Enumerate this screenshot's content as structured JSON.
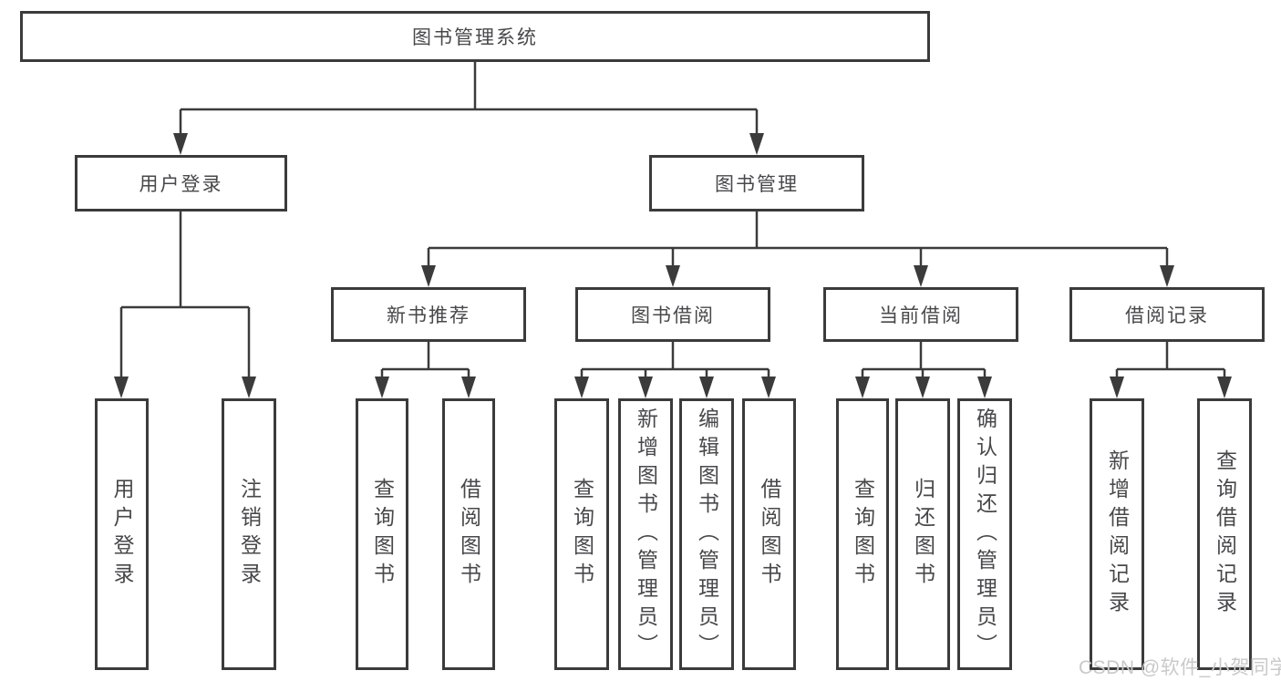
{
  "tree": {
    "label": "图书管理系统",
    "children": [
      {
        "label": "用户登录",
        "children": [
          {
            "label": "用户登录"
          },
          {
            "label": "注销登录"
          }
        ]
      },
      {
        "label": "图书管理",
        "children": [
          {
            "label": "新书推荐",
            "children": [
              {
                "label": "查询图书"
              },
              {
                "label": "借阅图书"
              }
            ]
          },
          {
            "label": "图书借阅",
            "children": [
              {
                "label": "查询图书"
              },
              {
                "label": "新增图书（管理员）"
              },
              {
                "label": "编辑图书（管理员）"
              },
              {
                "label": "借阅图书"
              }
            ]
          },
          {
            "label": "当前借阅",
            "children": [
              {
                "label": "查询图书"
              },
              {
                "label": "归还图书"
              },
              {
                "label": "确认归还（管理员）"
              }
            ]
          },
          {
            "label": "借阅记录",
            "children": [
              {
                "label": "新增借阅记录"
              },
              {
                "label": "查询借阅记录"
              }
            ]
          }
        ]
      }
    ]
  },
  "watermark": "CSDN @软件_小贺同学",
  "colors": {
    "line": "#3b3b3c",
    "text": "#48484b",
    "watermark": "#c9c9c9",
    "background": "#ffffff"
  }
}
